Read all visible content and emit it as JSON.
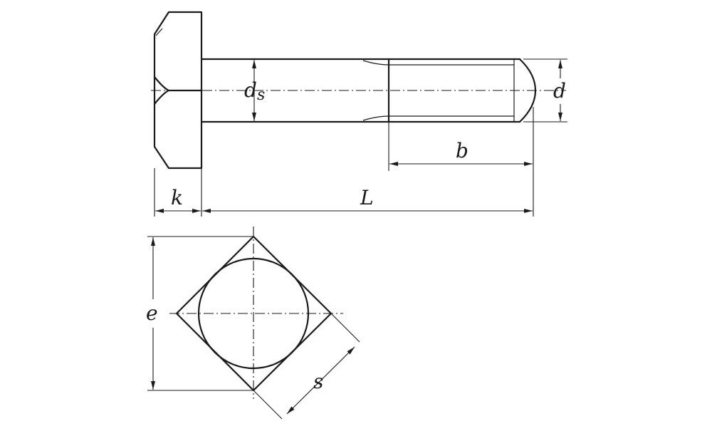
{
  "labels": {
    "ds_main": "d",
    "ds_sub": "s",
    "d": "d",
    "b": "b",
    "k": "k",
    "L": "L",
    "e": "e",
    "s": "s"
  },
  "colors": {
    "line": "#1a1a1a",
    "background": "#ffffff"
  }
}
